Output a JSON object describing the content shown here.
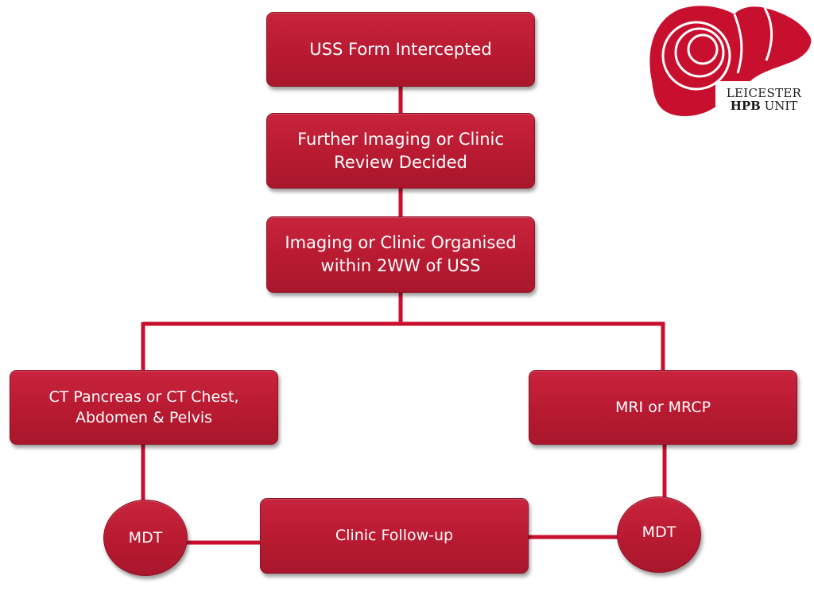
{
  "nodes": {
    "uss_form": "USS Form Intercepted",
    "further_imaging": "Further Imaging or Clinic Review Decided",
    "organised": "Imaging or Clinic Organised within 2WW of USS",
    "ct": "CT Pancreas or CT Chest, Abdomen & Pelvis",
    "mri": "MRI or MRCP",
    "mdt_left": "MDT",
    "clinic_followup": "Clinic Follow-up",
    "mdt_right": "MDT"
  },
  "logo": {
    "line1": "LEICESTER",
    "line2_bold": "HPB",
    "line2_rest": "UNIT"
  },
  "colors": {
    "node": "#b81a31",
    "connector": "#c8102e",
    "logo": "#c8102e"
  }
}
